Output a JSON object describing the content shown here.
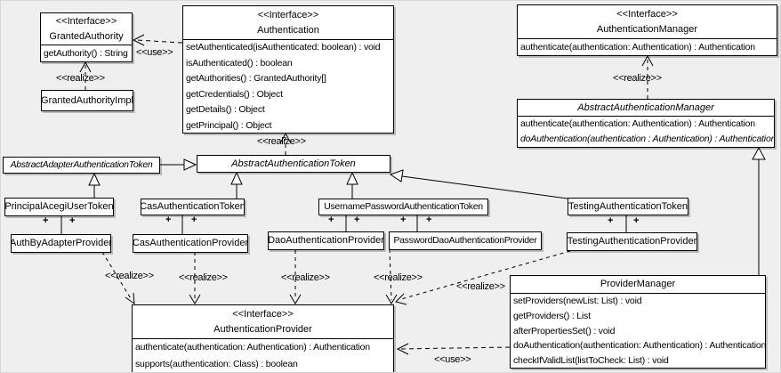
{
  "colors": {
    "background": "#efefef",
    "box_fill": "#ffffff",
    "line": "#000000"
  },
  "labels": {
    "use": "<<use>>",
    "realize": "<<realize>>",
    "plus": "+"
  },
  "classes": {
    "granted_authority": {
      "stereotype": "<<Interface>>",
      "name": "GrantedAuthority",
      "methods": [
        "getAuthority() : String"
      ]
    },
    "granted_authority_impl": {
      "name": "GrantedAuthorityImpl",
      "methods": []
    },
    "authentication": {
      "stereotype": "<<Interface>>",
      "name": "Authentication",
      "methods": [
        "setAuthenticated(isAuthenticated: boolean) : void",
        "isAuthenticated() : boolean",
        "getAuthorities() : GrantedAuthority[]",
        "getCredentials() : Object",
        "getDetails() : Object",
        "getPrincipal() : Object"
      ]
    },
    "authentication_manager": {
      "stereotype": "<<Interface>>",
      "name": "AuthenticationManager",
      "methods": [
        "authenticate(authentication: Authentication) : Authentication"
      ]
    },
    "abstract_authentication_manager": {
      "name": "AbstractAuthenticationManager",
      "abstract": true,
      "methods": [
        "authenticate(authentication: Authentication) : Authentication",
        "doAuthentication(authentication : Authentication) : Authentication"
      ]
    },
    "abstract_adapter_authentication_token": {
      "name": "AbstractAdapterAuthenticationToken",
      "abstract": true,
      "methods": []
    },
    "abstract_authentication_token": {
      "name": "AbstractAuthenticationToken",
      "abstract": true,
      "methods": []
    },
    "principal_acegi_user_token": {
      "name": "PrincipalAcegiUserToken",
      "methods": []
    },
    "cas_authentication_token": {
      "name": "CasAuthenticationToken",
      "methods": []
    },
    "username_password_authentication_token": {
      "name": "UsernamePasswordAuthenticationToken",
      "methods": []
    },
    "testing_authentication_token": {
      "name": "TestingAuthenticationToken",
      "methods": []
    },
    "auth_by_adapter_provider": {
      "name": "AuthByAdapterProvider",
      "methods": []
    },
    "cas_authentication_provider": {
      "name": "CasAuthenticationProvider",
      "methods": []
    },
    "dao_authentication_provider": {
      "name": "DaoAuthenticationProvider",
      "methods": []
    },
    "password_dao_authentication_provider": {
      "name": "PasswordDaoAuthenticationProvider",
      "methods": []
    },
    "testing_authentication_provider": {
      "name": "TestingAuthenticationProvider",
      "methods": []
    },
    "authentication_provider": {
      "stereotype": "<<Interface>>",
      "name": "AuthenticationProvider",
      "methods": [
        "authenticate(authentication: Authentication) : Authentication",
        "supports(authentication: Class) : boolean"
      ]
    },
    "provider_manager": {
      "name": "ProviderManager",
      "methods": [
        "setProviders(newList: List) : void",
        "getProviders() : List",
        "afterPropertiesSet() : void",
        "doAuthentication(authentication: Authentication) : Authentication",
        "checkIfValidList(listToCheck: List) : void"
      ]
    }
  },
  "relationships": [
    {
      "type": "use",
      "from": "Authentication",
      "to": "GrantedAuthority",
      "label": "<<use>>"
    },
    {
      "type": "realize",
      "from": "GrantedAuthorityImpl",
      "to": "GrantedAuthority",
      "label": "<<realize>>"
    },
    {
      "type": "realize",
      "from": "AbstractAuthenticationToken",
      "to": "Authentication",
      "label": "<<realize>>"
    },
    {
      "type": "realize",
      "from": "AbstractAuthenticationManager",
      "to": "AuthenticationManager",
      "label": "<<realize>>"
    },
    {
      "type": "generalization",
      "from": "AbstractAdapterAuthenticationToken",
      "to": "AbstractAuthenticationToken"
    },
    {
      "type": "generalization",
      "from": "PrincipalAcegiUserToken",
      "to": "AbstractAdapterAuthenticationToken"
    },
    {
      "type": "generalization",
      "from": "CasAuthenticationToken",
      "to": "AbstractAuthenticationToken"
    },
    {
      "type": "generalization",
      "from": "UsernamePasswordAuthenticationToken",
      "to": "AbstractAuthenticationToken"
    },
    {
      "type": "generalization",
      "from": "TestingAuthenticationToken",
      "to": "AbstractAuthenticationToken"
    },
    {
      "type": "generalization",
      "from": "ProviderManager",
      "to": "AbstractAuthenticationManager"
    },
    {
      "type": "association",
      "from": "PrincipalAcegiUserToken",
      "to": "AuthByAdapterProvider",
      "end_labels": [
        "+",
        "+"
      ]
    },
    {
      "type": "association",
      "from": "CasAuthenticationToken",
      "to": "CasAuthenticationProvider",
      "end_labels": [
        "+",
        "+"
      ]
    },
    {
      "type": "association",
      "from": "UsernamePasswordAuthenticationToken",
      "to": "DaoAuthenticationProvider",
      "end_labels": [
        "+",
        "+"
      ]
    },
    {
      "type": "association",
      "from": "UsernamePasswordAuthenticationToken",
      "to": "PasswordDaoAuthenticationProvider",
      "end_labels": [
        "+",
        "+"
      ]
    },
    {
      "type": "association",
      "from": "TestingAuthenticationToken",
      "to": "TestingAuthenticationProvider",
      "end_labels": [
        "+",
        "+"
      ]
    },
    {
      "type": "realize",
      "from": "AuthByAdapterProvider",
      "to": "AuthenticationProvider",
      "label": "<<realize>>"
    },
    {
      "type": "realize",
      "from": "CasAuthenticationProvider",
      "to": "AuthenticationProvider",
      "label": "<<realize>>"
    },
    {
      "type": "realize",
      "from": "DaoAuthenticationProvider",
      "to": "AuthenticationProvider",
      "label": "<<realize>>"
    },
    {
      "type": "realize",
      "from": "PasswordDaoAuthenticationProvider",
      "to": "AuthenticationProvider",
      "label": "<<realize>>"
    },
    {
      "type": "realize",
      "from": "TestingAuthenticationProvider",
      "to": "AuthenticationProvider",
      "label": "<<realize>>"
    },
    {
      "type": "use",
      "from": "ProviderManager",
      "to": "AuthenticationProvider",
      "label": "<<use>>"
    }
  ]
}
